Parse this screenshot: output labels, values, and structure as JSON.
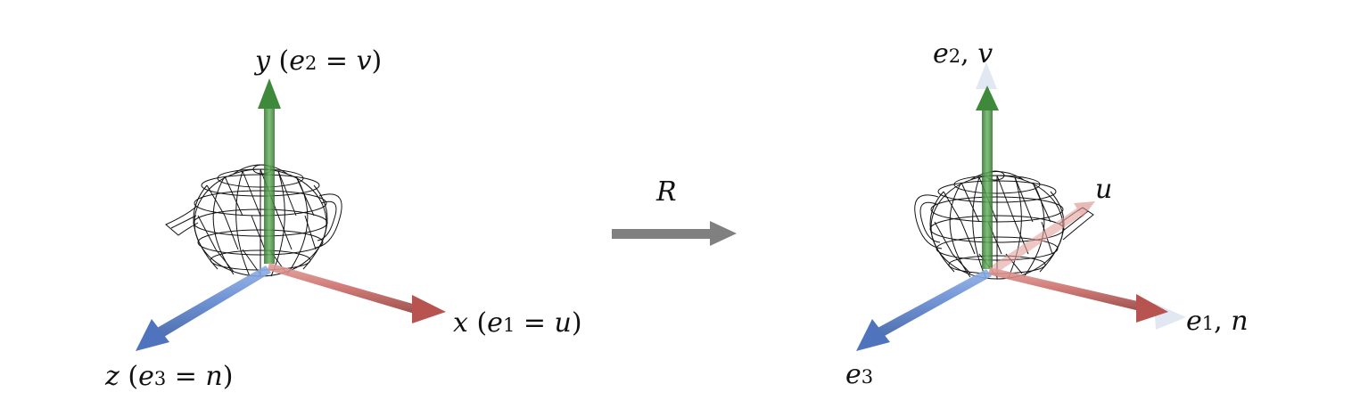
{
  "transform": {
    "label": "R",
    "arrow_color": "#808080"
  },
  "colors": {
    "x_axis": "#c96a66",
    "y_axis": "#4f9a4a",
    "z_axis": "#5f86cf",
    "wire": "#111111",
    "ghost": "#c9d6e8"
  },
  "left_frame": {
    "axes": [
      {
        "id": "x",
        "symbol": "x",
        "basis": "e",
        "index": "1",
        "equals": "u"
      },
      {
        "id": "y",
        "symbol": "y",
        "basis": "e",
        "index": "2",
        "equals": "v"
      },
      {
        "id": "z",
        "symbol": "z",
        "basis": "e",
        "index": "3",
        "equals": "n"
      }
    ],
    "object": "teapot-wireframe"
  },
  "right_frame": {
    "labels": {
      "e2_basis": "e",
      "e2_index": "2",
      "e2_extra": "v",
      "u_label": "u",
      "e1_basis": "e",
      "e1_index": "1",
      "e1_extra": "n",
      "e3_basis": "e",
      "e3_index": "3"
    },
    "object": "teapot-wireframe"
  }
}
